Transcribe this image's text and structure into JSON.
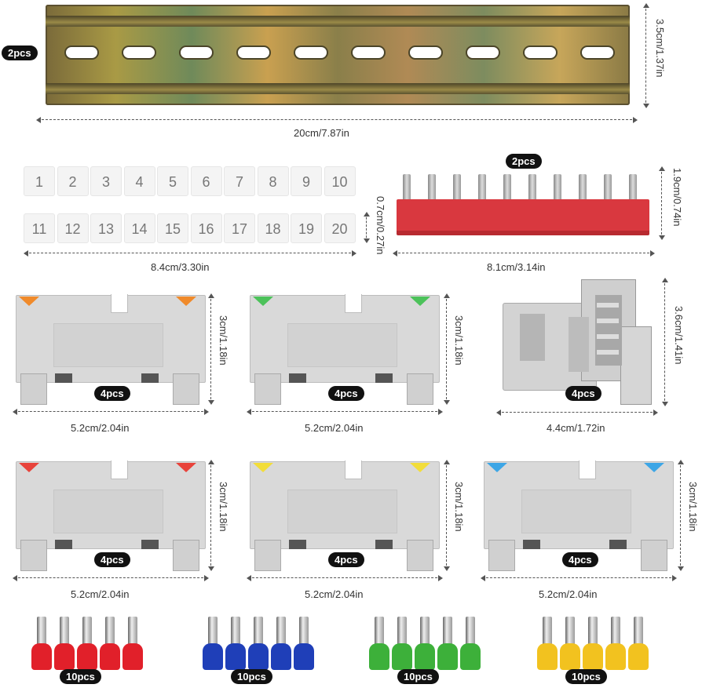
{
  "rail": {
    "quantity": "2pcs",
    "length": "20cm/7.87in",
    "height": "3.5cm/1.37in"
  },
  "markers": {
    "numbers_row1": [
      "1",
      "2",
      "3",
      "4",
      "5",
      "6",
      "7",
      "8",
      "9",
      "10"
    ],
    "numbers_row2": [
      "11",
      "12",
      "13",
      "14",
      "15",
      "16",
      "17",
      "18",
      "19",
      "20"
    ],
    "width": "8.4cm/3.30in",
    "height": "0.7cm/0.27in"
  },
  "jumper": {
    "quantity": "2pcs",
    "width": "8.1cm/3.14in",
    "height": "1.9cm/0.74in",
    "color": "#d9383f"
  },
  "blocks": [
    {
      "quantity": "4pcs",
      "width": "5.2cm/2.04in",
      "height": "3cm/1.18in",
      "color": "#f08a2a"
    },
    {
      "quantity": "4pcs",
      "width": "5.2cm/2.04in",
      "height": "3cm/1.18in",
      "color": "#4cc25a"
    },
    {
      "quantity": "4pcs",
      "width": "5.2cm/2.04in",
      "height": "3cm/1.18in",
      "color": "#e8433b"
    },
    {
      "quantity": "4pcs",
      "width": "5.2cm/2.04in",
      "height": "3cm/1.18in",
      "color": "#f2dd3a"
    },
    {
      "quantity": "4pcs",
      "width": "5.2cm/2.04in",
      "height": "3cm/1.18in",
      "color": "#3da6e6"
    }
  ],
  "end_stop": {
    "quantity": "4pcs",
    "width": "4.4cm/1.72in",
    "height": "3.6cm/1.41in"
  },
  "ferrules": [
    {
      "quantity": "10pcs",
      "color": "#e1202a"
    },
    {
      "quantity": "10pcs",
      "color": "#1f3fb8"
    },
    {
      "quantity": "10pcs",
      "color": "#3db03a"
    },
    {
      "quantity": "10pcs",
      "color": "#f2c21f"
    }
  ]
}
